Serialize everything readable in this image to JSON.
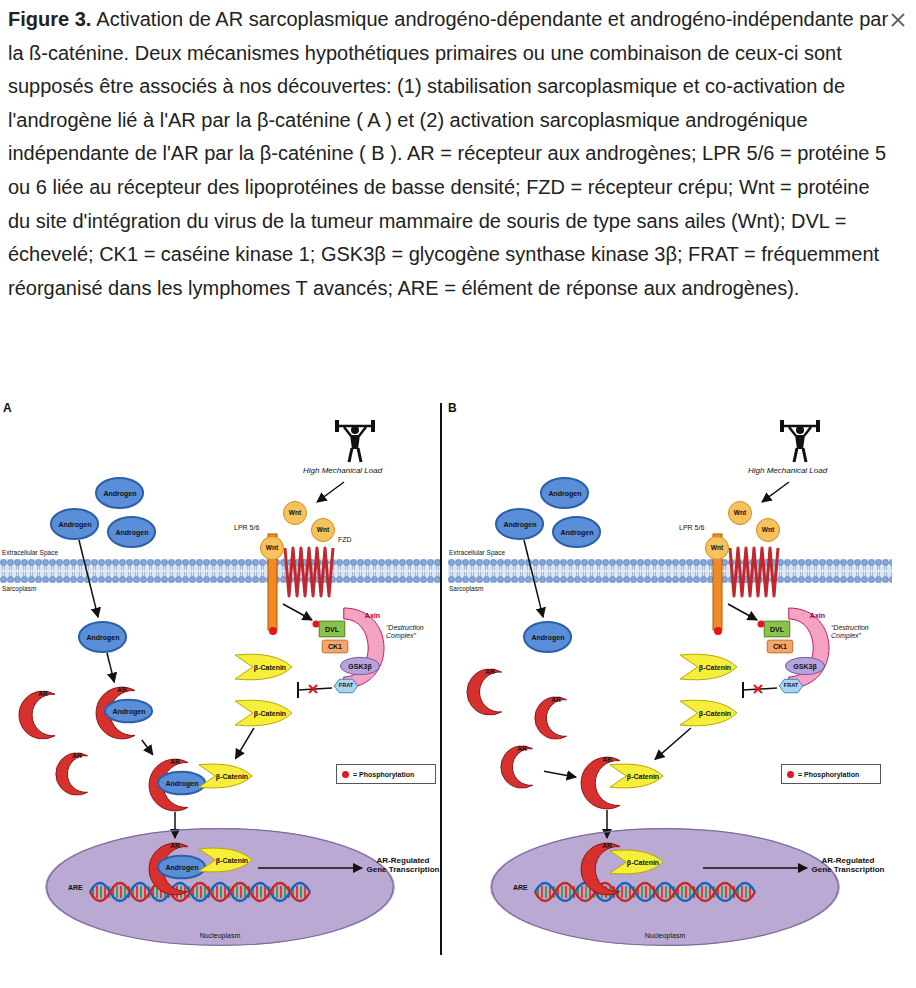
{
  "diagram": {
    "title": "Figure 3.",
    "caption": "Activation de AR sarcoplasmique androgéno-dépendante et androgéno-indépendante par la ß-caténine. Deux mécanismes hypothétiques primaires ou une combinaison de ceux-ci sont supposés être associés à nos découvertes: (1) stabilisation sarcoplasmique et co-activation de l'androgène lié à l'AR par la β-caténine ( A ) et (2) activation sarcoplasmique androgénique indépendante de l'AR par la β-caténine ( B ). AR = récepteur aux androgènes; LPR 5/6 = protéine 5 ou 6 liée au récepteur des lipoprotéines de basse densité; FZD = récepteur crépu; Wnt = protéine du site d'intégration du virus de la tumeur mammaire de souris de type sans ailes (Wnt); DVL = échevelé; CK1 = caséine kinase 1; GSK3β = glycogène synthase kinase 3β; FRAT = fréquemment réorganisé dans les lymphomes T avancés; ARE = élément de réponse aux androgènes).",
    "nodes": [
      {
        "text": [
          "Androgen"
        ]
      },
      {
        "text": [
          "Androgen"
        ]
      },
      {
        "text": [
          "Androgen"
        ]
      },
      {
        "text": [
          "Wnt"
        ]
      },
      {
        "text": [
          "Wnt"
        ]
      },
      {
        "text": [
          "Wnt"
        ]
      },
      {
        "text": [
          "Androgen"
        ]
      },
      {
        "text": [
          "Axin"
        ]
      },
      {
        "text": [
          "DVL"
        ]
      },
      {
        "text": [
          "CK1"
        ]
      },
      {
        "text": [
          "GSK3β"
        ]
      },
      {
        "text": [
          "FRAT"
        ]
      },
      {
        "text": [
          "β-Catenin"
        ]
      },
      {
        "text": [
          "AR"
        ]
      },
      {
        "text": [
          "AR"
        ]
      },
      {
        "text": [
          "Androgen"
        ],
        "in": 14
      },
      {
        "text": [
          "β-Catenin"
        ]
      },
      {
        "text": [
          "AR"
        ]
      },
      {
        "text": [
          "AR"
        ]
      },
      {
        "text": [
          "Androgen"
        ],
        "in": 18
      },
      {
        "text": [
          "β-Catenin"
        ]
      },
      {
        "text": [
          "Nucleoplasm"
        ]
      },
      {
        "text": [
          "AR"
        ],
        "in": 21
      },
      {
        "text": [
          "Androgen"
        ],
        "in": 22
      },
      {
        "text": [
          "β-Catenin"
        ],
        "in": 21
      },
      {
        "text": [
          "Androgen"
        ]
      },
      {
        "text": [
          "Androgen"
        ]
      },
      {
        "text": [
          "Androgen"
        ]
      },
      {
        "text": [
          "Wnt"
        ]
      },
      {
        "text": [
          "Wnt"
        ]
      },
      {
        "text": [
          "Wnt"
        ]
      },
      {
        "text": [
          "Androgen"
        ]
      },
      {
        "text": [
          "Axin"
        ]
      },
      {
        "text": [
          "DVL"
        ]
      },
      {
        "text": [
          "CK1"
        ]
      },
      {
        "text": [
          "GSK3β"
        ]
      },
      {
        "text": [
          "FRAT"
        ]
      },
      {
        "text": [
          "β-Catenin"
        ]
      },
      {
        "text": [
          "AR"
        ]
      },
      {
        "text": [
          "AR"
        ]
      },
      {
        "text": [
          "β-Catenin"
        ]
      },
      {
        "text": [
          "AR"
        ]
      },
      {
        "text": [
          "AR"
        ]
      },
      {
        "text": [
          "β-Catenin"
        ]
      },
      {
        "text": [
          "Nucleoplasm"
        ]
      },
      {
        "text": [
          "AR"
        ],
        "in": 44
      },
      {
        "text": [
          "β-Catenin"
        ],
        "in": 44
      }
    ],
    "edges": [
      {
        "from": 1,
        "to": 6,
        "arrow": "to"
      },
      {
        "from": 6,
        "to": 14,
        "arrow": "to"
      },
      {
        "from": 14,
        "to": 18,
        "arrow": "to"
      },
      {
        "from": 16,
        "to": 20,
        "arrow": "to"
      },
      {
        "from": 18,
        "to": 22,
        "arrow": "to"
      },
      {
        "from": 26,
        "to": 31,
        "arrow": "to"
      },
      {
        "from": 41,
        "to": 42,
        "arrow": "to"
      },
      {
        "from": 40,
        "to": 43,
        "arrow": "to"
      },
      {
        "from": 42,
        "to": 45,
        "arrow": "to"
      }
    ],
    "labels": [
      "A",
      "High Mechanical Load",
      "Extracellular Space",
      "Sarcoplasm",
      "LPR 5/6",
      "FZD",
      "“Destruction Complex”",
      "ARE",
      "AR-Regulated Gene Transcription",
      "B",
      "High Mechanical Load",
      "Extracellular Space",
      "Sarcoplasm",
      "LPR 5/6",
      "“Destruction Complex”",
      "ARE",
      "AR-Regulated Gene Transcription"
    ],
    "legend": [
      {
        "text": "= Phosphorylation",
        "color": "#e8141b"
      },
      {
        "text": "= Phosphorylation",
        "color": "#e8141b"
      }
    ]
  }
}
